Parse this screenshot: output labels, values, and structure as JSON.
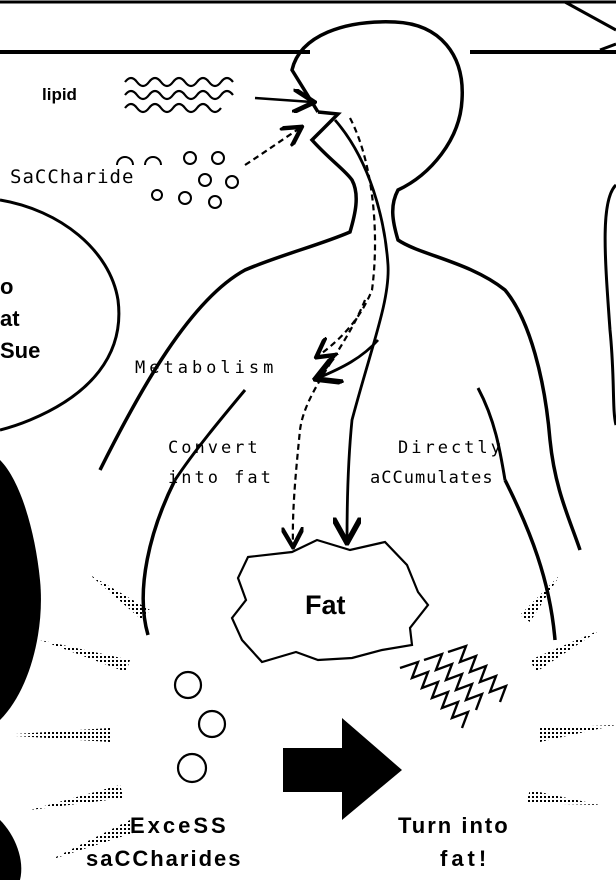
{
  "labels": {
    "lipid": "lipid",
    "saccharide": "SaCCharide",
    "metabolism": "Metabolism",
    "convert_line1": "Convert",
    "convert_line2": "into fat",
    "directly_line1": "Directly",
    "directly_line2": "aCCumulates",
    "fat": "Fat",
    "excess_line1": "ExceSS",
    "excess_line2": "saCCharides",
    "turn_line1": "Turn into",
    "turn_line2": "fat!",
    "bubble_line1": "o",
    "bubble_line2": "at",
    "bubble_line3": "Sue"
  }
}
